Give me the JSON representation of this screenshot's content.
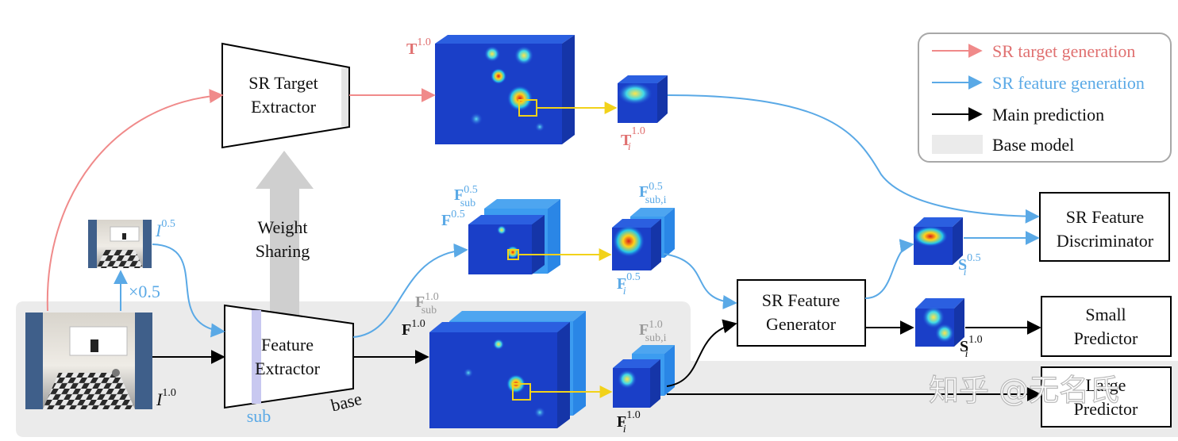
{
  "colors": {
    "target": "#f08a8a",
    "feature": "#5aa9e6",
    "main": "#000000",
    "base_fill": "#ebebeb",
    "target_text": "#e07070",
    "feature_text": "#5aa9e6",
    "gray_text": "#9a9a9a"
  },
  "legend": {
    "target": "SR target generation",
    "feature": "SR feature generation",
    "main": "Main prediction",
    "base": "Base model"
  },
  "boxes": {
    "sr_target_extractor": [
      "SR Target",
      "Extractor"
    ],
    "feature_extractor": [
      "Feature",
      "Extractor"
    ],
    "sr_feature_generator": [
      "SR Feature",
      "Generator"
    ],
    "sr_feature_discriminator": [
      "SR Feature",
      "Discriminator"
    ],
    "small_predictor": [
      "Small",
      "Predictor"
    ],
    "large_predictor": [
      "Large",
      "Predictor"
    ]
  },
  "weight_sharing": [
    "Weight",
    "Sharing"
  ],
  "labels": {
    "downscale": "×0.5",
    "sub": "sub",
    "base": "base"
  },
  "symbols": {
    "I_half": {
      "main": "I",
      "sup": "0.5"
    },
    "I_full": {
      "main": "I",
      "sup": "1.0"
    },
    "T_full": {
      "main": "T",
      "sup": "1.0"
    },
    "T_i": {
      "main": "T",
      "sub": "i",
      "sup": "1.0"
    },
    "F_half": {
      "main": "F",
      "sup": "0.5"
    },
    "F_sub_half": {
      "main": "F",
      "sub": "sub",
      "sup": "0.5"
    },
    "F_sub_half_i": {
      "main": "F",
      "sub": "sub,i",
      "sup": "0.5"
    },
    "F_i_half": {
      "main": "F",
      "sub": "i",
      "sup": "0.5"
    },
    "F_full": {
      "main": "F",
      "sup": "1.0"
    },
    "F_sub_full": {
      "main": "F",
      "sub": "sub",
      "sup": "1.0"
    },
    "F_sub_full_i": {
      "main": "F",
      "sub": "sub,i",
      "sup": "1.0"
    },
    "F_i_full": {
      "main": "F",
      "sub": "i",
      "sup": "1.0"
    },
    "S_half": {
      "main": "S",
      "sub": "i",
      "sup": "0.5"
    },
    "S_full": {
      "main": "S",
      "sub": "i",
      "sup": "1.0"
    }
  },
  "watermark": "知乎 @无名氏"
}
